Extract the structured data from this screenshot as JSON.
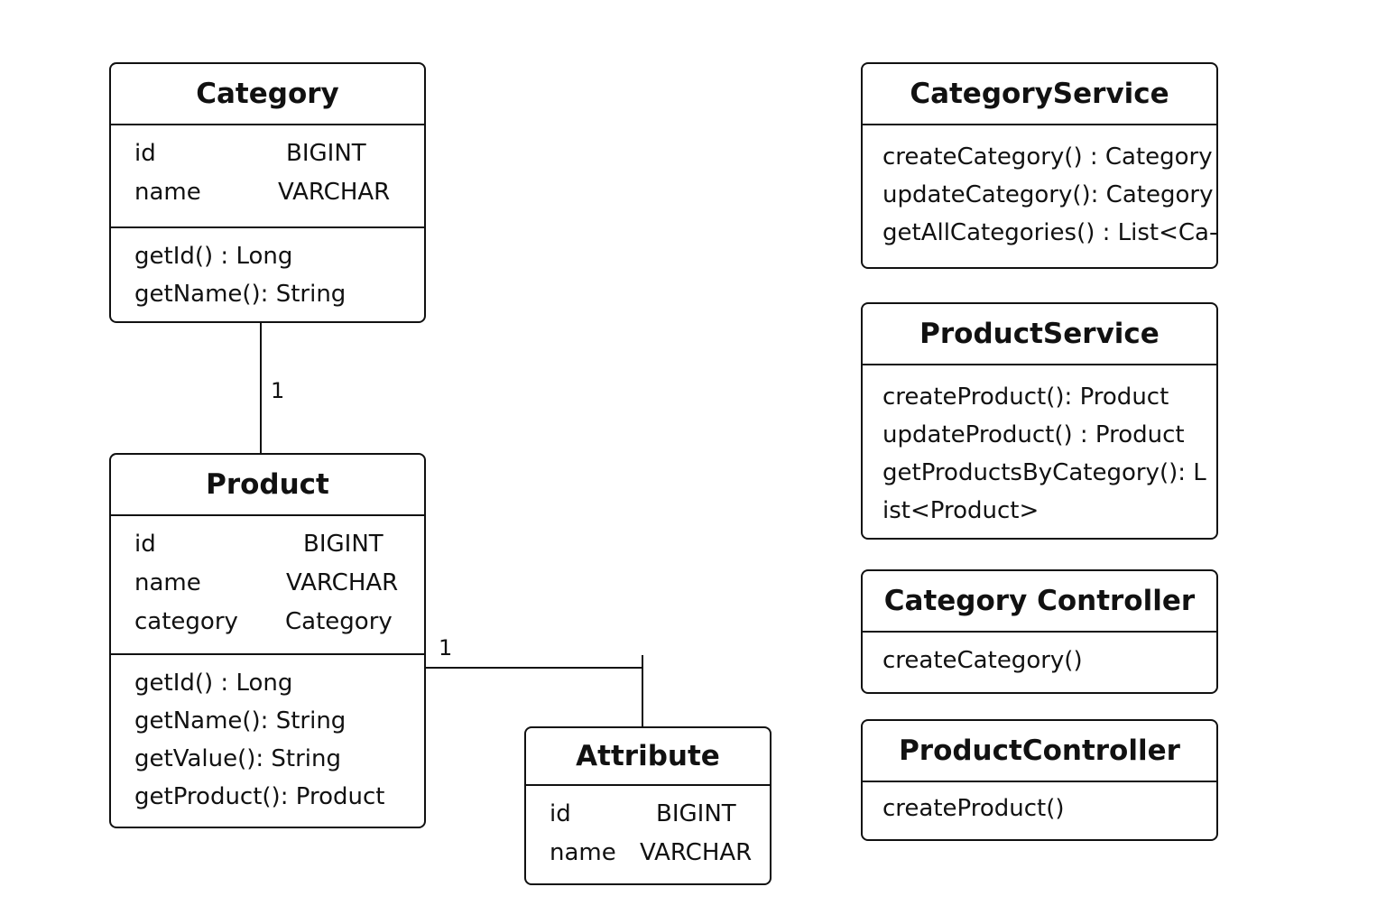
{
  "classes": {
    "category": {
      "name": "Category",
      "attributes": [
        {
          "name": "id",
          "type": "BIGINT"
        },
        {
          "name": "name",
          "type": "VARCHAR"
        }
      ],
      "methods": [
        "getId() : Long",
        "getName(): String"
      ]
    },
    "product": {
      "name": "Product",
      "attributes": [
        {
          "name": "id",
          "type": "BIGINT"
        },
        {
          "name": "name",
          "type": "VARCHAR"
        },
        {
          "name": "category",
          "type": "Category"
        }
      ],
      "methods": [
        "getId() : Long",
        "getName(): String",
        "getValue(): String",
        "getProduct(): Product"
      ]
    },
    "attribute": {
      "name": "Attribute",
      "attributes": [
        {
          "name": "id",
          "type": "BIGINT"
        },
        {
          "name": "name",
          "type": "VARCHAR"
        }
      ]
    },
    "category_service": {
      "name": "CategoryService",
      "methods": [
        "createCategory() : Category",
        "updateCategory(): Category",
        "getAllCategories() : List<Ca-"
      ]
    },
    "product_service": {
      "name": "ProductService",
      "methods": [
        "createProduct(): Product",
        "updateProduct() : Product",
        "getProductsByCategory(): L",
        "ist<Product>"
      ]
    },
    "category_controller": {
      "name": "Category Controller",
      "methods": [
        "createCategory()"
      ]
    },
    "product_controller": {
      "name": "ProductController",
      "methods": [
        "createProduct()"
      ]
    }
  },
  "relations": {
    "category_product": {
      "multiplicity": "1"
    },
    "product_attribute": {
      "multiplicity": "1"
    }
  }
}
